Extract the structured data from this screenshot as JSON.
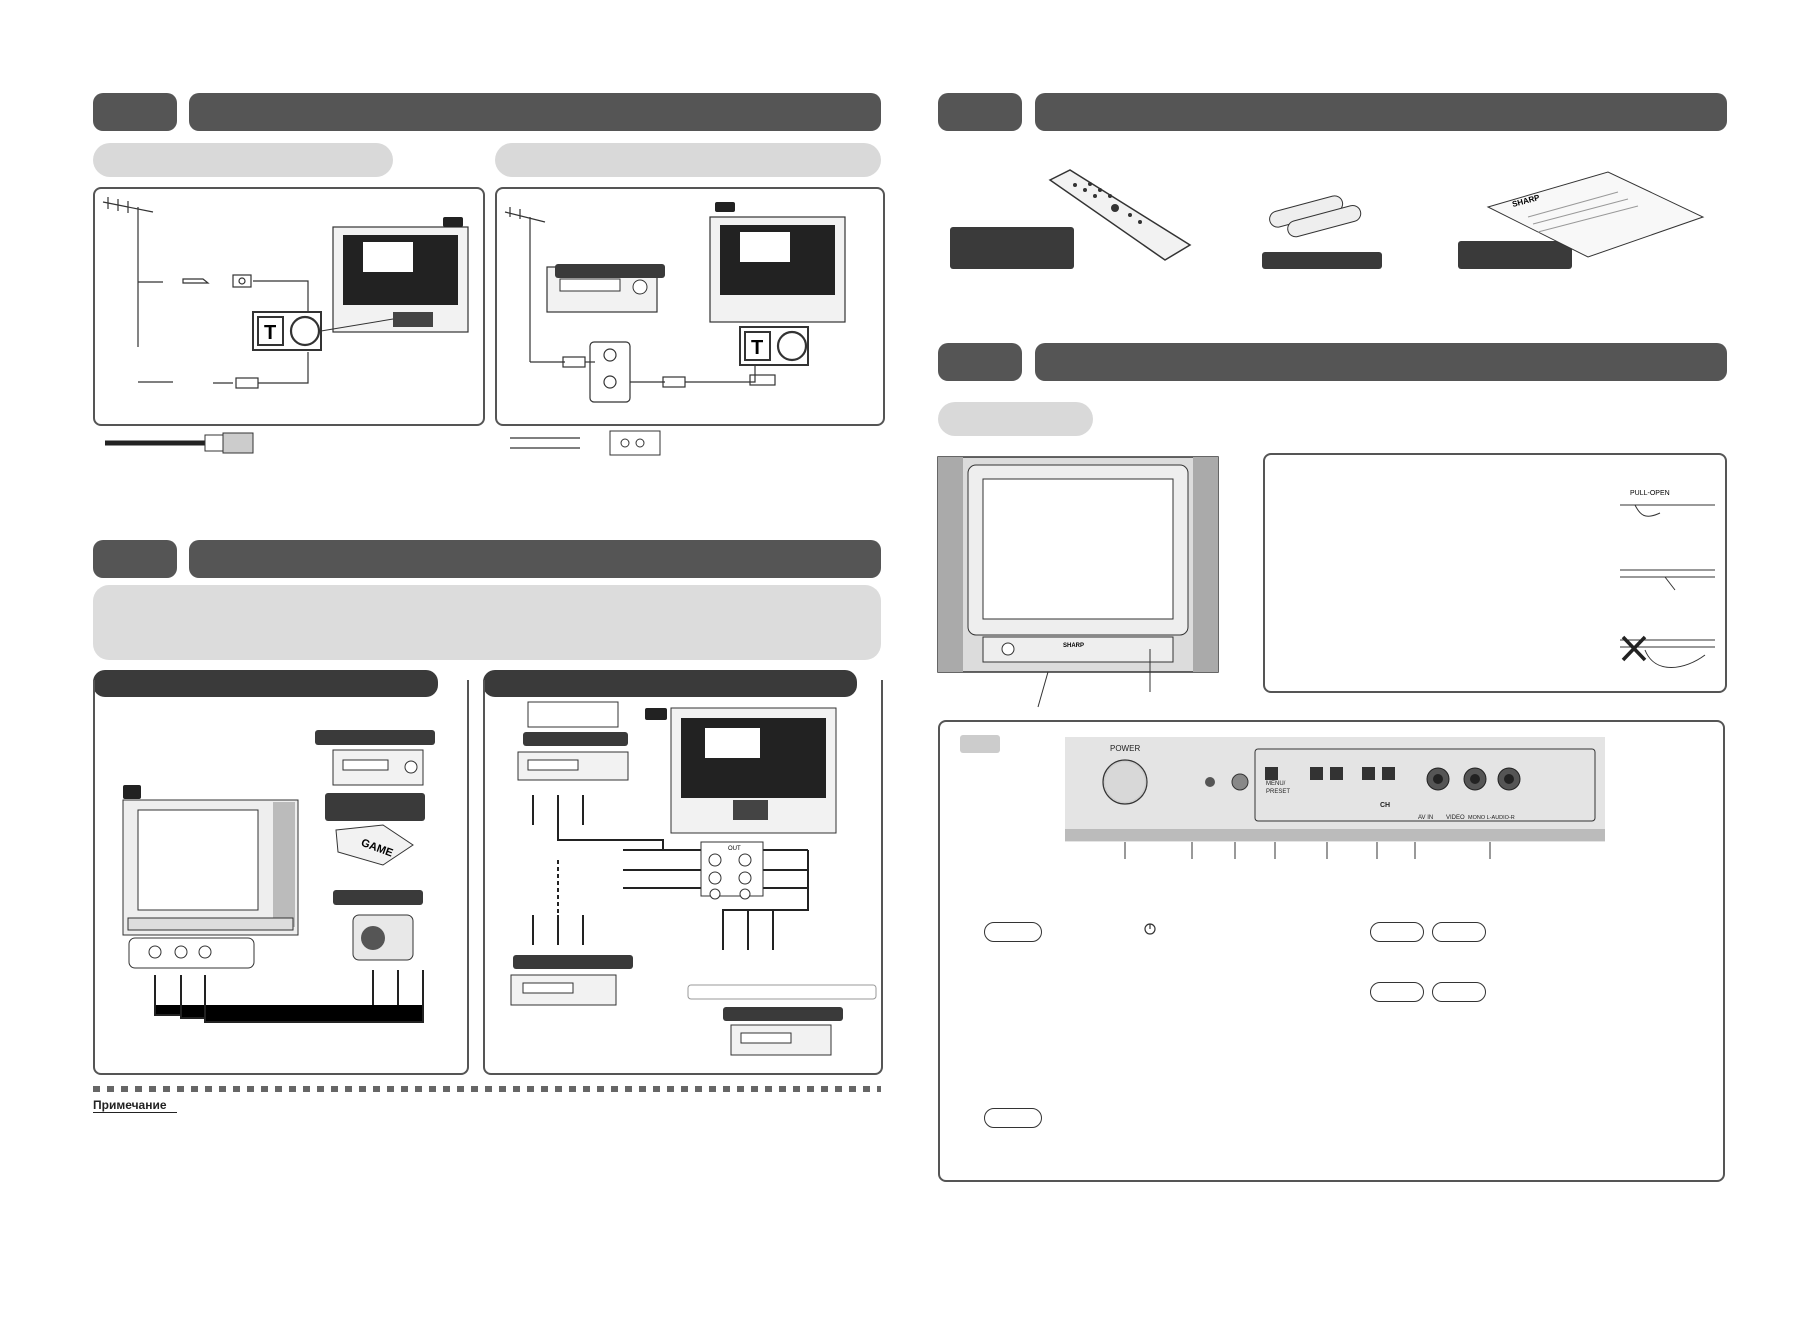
{
  "panel_labels": {
    "power": "POWER",
    "menu_preset": "MENU/\nPRESET",
    "ch": "CH",
    "video": "VIDEO",
    "audio": "MONO L-AUDIO-R",
    "av_in": "AV IN"
  },
  "misc_text": {
    "note": "Примечание",
    "game": "GAME",
    "brand": "SHARP",
    "pull_open": "PULL-OPEN",
    "out": "OUT"
  },
  "colors": {
    "header": "#555555",
    "pill": "#d9d9d9",
    "border": "#555555",
    "label": "#3a3a3a"
  }
}
